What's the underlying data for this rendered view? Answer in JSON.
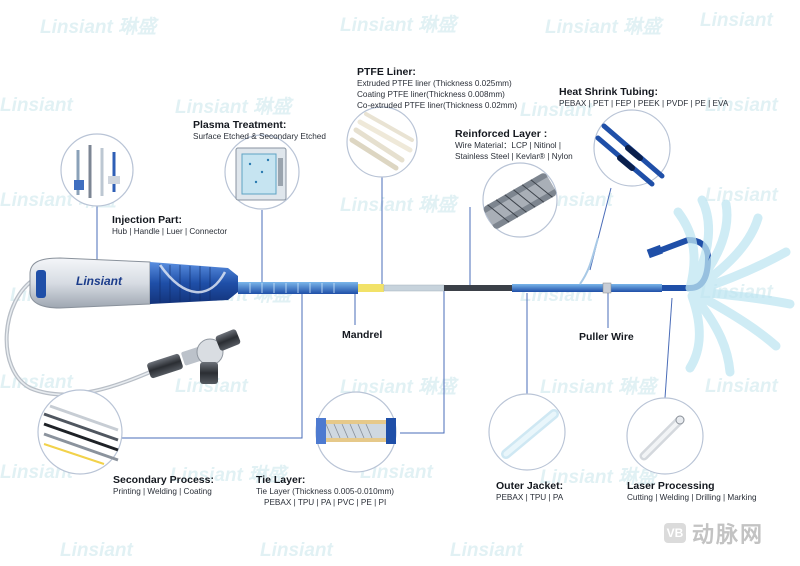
{
  "watermark": {
    "brand": "Linsiant",
    "cn": "琳盛"
  },
  "brand_on_handle": "Linsiant",
  "footer": {
    "badge": "VB",
    "text": "动脉网"
  },
  "labels": {
    "ptfe": {
      "title": "PTFE Liner:",
      "lines": [
        "Extruded PTFE liner (Thickness 0.025mm)",
        "Coating PTFE liner(Thickness 0.008mm)",
        "Co-extruded PTFE liner(Thickness 0.02mm)"
      ]
    },
    "heat_shrink": {
      "title": "Heat Shrink Tubing:",
      "lines": [
        "PEBAX | PET | FEP | PEEK | PVDF | PE | EVA"
      ]
    },
    "plasma": {
      "title": "Plasma Treatment:",
      "lines": [
        "Surface Etched & Secondary Etched"
      ]
    },
    "reinforced": {
      "title": "Reinforced Layer :",
      "lines": [
        "Wire Material：LCP | Nitinol |",
        "Stainless Steel | Kevlar® | Nylon"
      ]
    },
    "injection": {
      "title": "Injection Part:",
      "lines": [
        "Hub | Handle | Luer | Connector"
      ]
    },
    "mandrel": {
      "title": "Mandrel",
      "lines": []
    },
    "puller": {
      "title": "Puller Wire",
      "lines": []
    },
    "secondary": {
      "title": "Secondary Process:",
      "lines": [
        "Printing | Welding | Coating"
      ]
    },
    "tie": {
      "title": "Tie Layer:",
      "lines": [
        "Tie Layer (Thickness 0.005-0.010mm)",
        "PEBAX | TPU | PA | PVC | PE | PI"
      ]
    },
    "outer": {
      "title": "Outer Jacket:",
      "lines": [
        "PEBAX | TPU | PA"
      ]
    },
    "laser": {
      "title": "Laser Processing",
      "lines": [
        "Cutting | Welding | Drilling | Marking"
      ]
    }
  },
  "colors": {
    "catheter_blue": "#1f4fa8",
    "light_blue": "#6fb7e6",
    "leader": "#4a6cb8",
    "circle_border": "#b9c4d6",
    "tip_cyan": "#bfe6f2"
  }
}
